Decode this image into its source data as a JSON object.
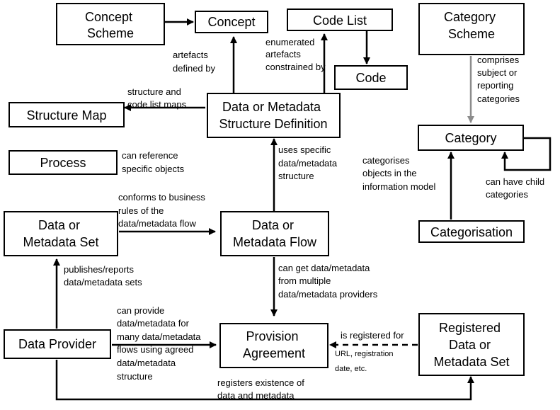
{
  "nodes": {
    "concept_scheme": [
      "Concept",
      "Scheme"
    ],
    "concept": [
      "Concept"
    ],
    "code_list": [
      "Code List"
    ],
    "code": [
      "Code"
    ],
    "category_scheme": [
      "Category",
      "Scheme"
    ],
    "structure_map": [
      "Structure Map"
    ],
    "dsd": [
      "Data or Metadata",
      "Structure Definition"
    ],
    "category": [
      "Category"
    ],
    "process": [
      "Process"
    ],
    "data_set": [
      "Data or",
      "Metadata Set"
    ],
    "data_flow": [
      "Data or",
      "Metadata Flow"
    ],
    "categorisation": [
      "Categorisation"
    ],
    "data_provider": [
      "Data Provider"
    ],
    "provision_agreement": [
      "Provision",
      "Agreement"
    ],
    "registered_set": [
      "Registered",
      "Data or",
      "Metadata Set"
    ]
  },
  "labels": {
    "artefacts_defined_by": [
      "artefacts",
      "defined by"
    ],
    "enumerated_artefacts": [
      "enumerated",
      "artefacts",
      "constrained by"
    ],
    "comprises": [
      "comprises",
      "subject or",
      "reporting",
      "categories"
    ],
    "structure_code_list_maps": [
      "structure and",
      "code list maps"
    ],
    "can_reference": [
      "can reference",
      "specific objects"
    ],
    "uses_specific": [
      "uses specific",
      "data/metadata",
      "structure"
    ],
    "categorises": [
      "categorises",
      " objects in the",
      "information model"
    ],
    "child_categories": [
      "can have child",
      "categories"
    ],
    "conforms": [
      "conforms to business",
      "rules of the",
      "data/metadata flow"
    ],
    "publishes": [
      "publishes/reports",
      "data/metadata sets"
    ],
    "can_get": [
      "can get data/metadata",
      "from multiple",
      "data/metadata providers"
    ],
    "can_provide": [
      "can provide",
      "data/metadata for",
      "many data/metadata",
      "flows using agreed",
      "data/metadata",
      "structure"
    ],
    "is_registered": [
      "is registered for"
    ],
    "url_registration": [
      "URL, registration",
      "date, etc."
    ],
    "registers_existence": [
      "registers existence of",
      "data and metadata"
    ]
  }
}
